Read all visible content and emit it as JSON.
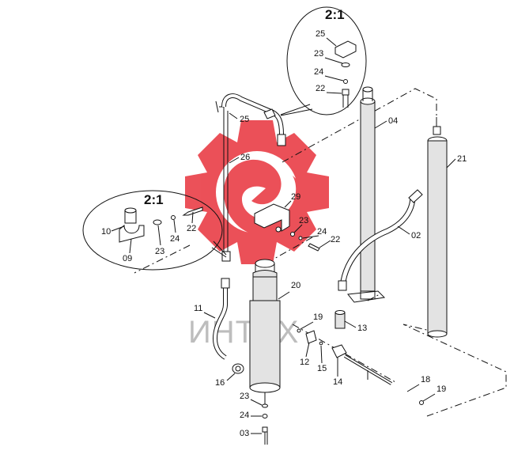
{
  "watermark": {
    "text": "ИНТЕХ",
    "color": "#e8323c"
  },
  "detail_top": {
    "title": "2:1",
    "labels": [
      "25",
      "23",
      "24",
      "22"
    ]
  },
  "detail_left": {
    "title": "2:1",
    "labels": [
      "10",
      "09",
      "24",
      "23",
      "22"
    ]
  },
  "labels": {
    "p25": "25",
    "p26": "26",
    "p04": "04",
    "p21": "21",
    "p29": "29",
    "p23a": "23",
    "p24a": "24",
    "p22a": "22",
    "p02": "02",
    "p20": "20",
    "p11": "11",
    "p19a": "19",
    "p13": "13",
    "p12": "12",
    "p15": "15",
    "p14": "14",
    "p16": "16",
    "p18": "18",
    "p19b": "19",
    "p23b": "23",
    "p24b": "24",
    "p03": "03"
  }
}
